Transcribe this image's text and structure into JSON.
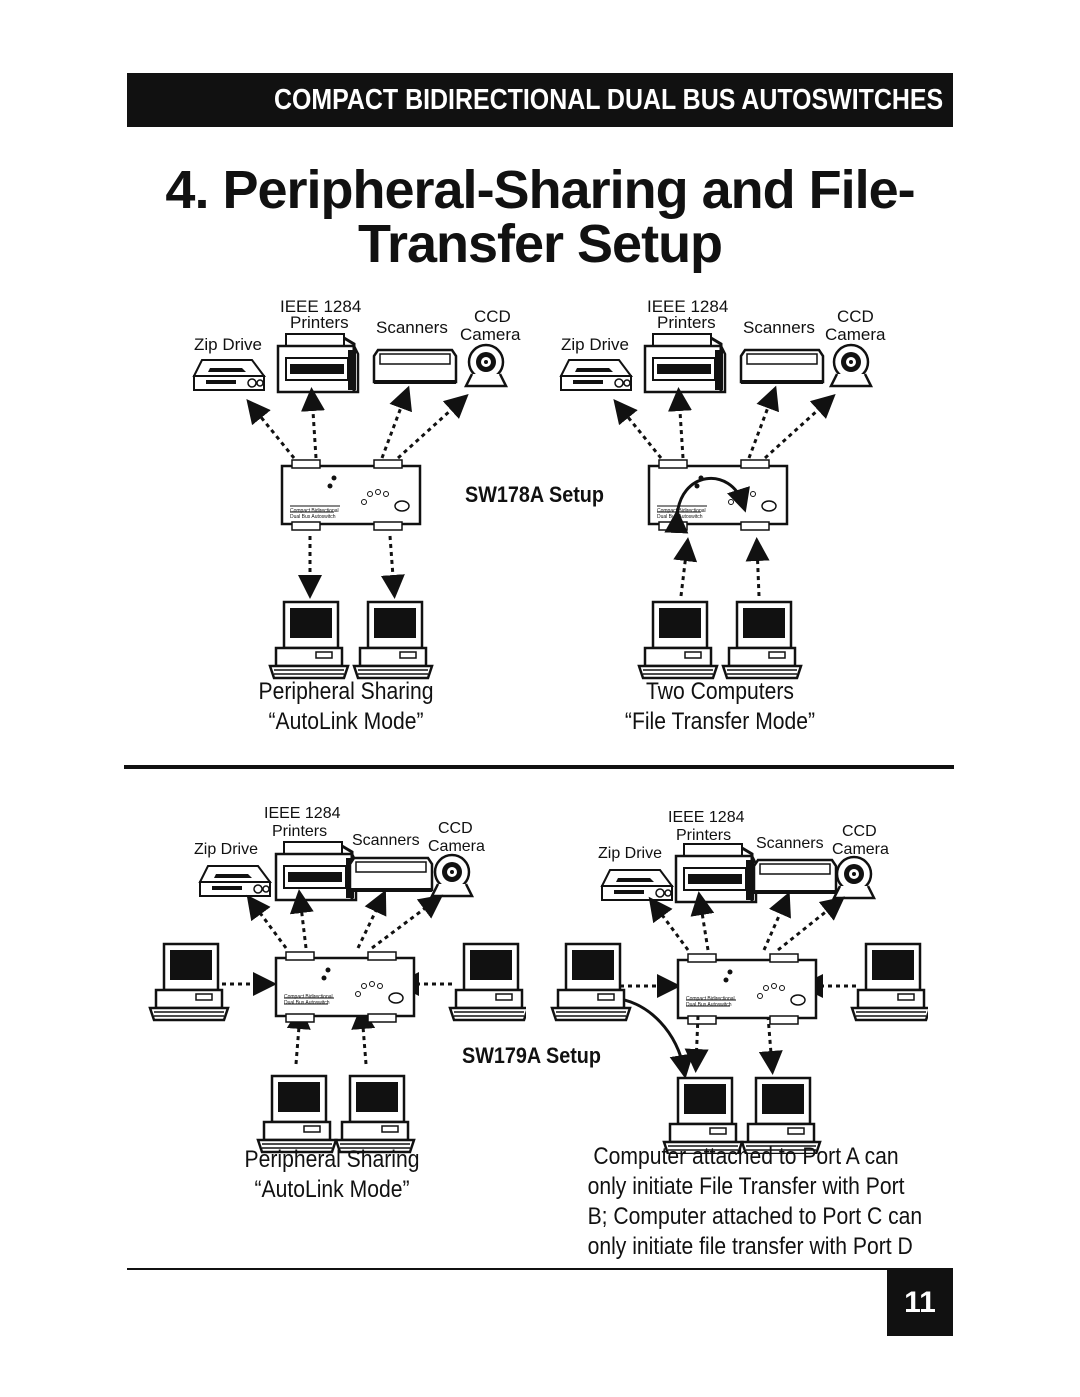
{
  "header": {
    "text": "COMPACT BIDIRECTIONAL DUAL BUS AUTOSWITCHES"
  },
  "title": {
    "line1": "4. Peripheral-Sharing and File-",
    "line2": "Transfer Setup"
  },
  "labels": {
    "ieee": "IEEE 1284",
    "printers": "Printers",
    "scanners": "Scanners",
    "ccd": "CCD",
    "camera": "Camera",
    "zip": "Zip Drive"
  },
  "switch_labels": {
    "line1": "Compact Bidirectional",
    "line2": "Dual Bus Autoswitch"
  },
  "sections": {
    "sw178_setup": "SW178A Setup",
    "sw179_setup": "SW179A Setup"
  },
  "captions": {
    "top_left_1": "Peripheral Sharing",
    "top_left_2": "“AutoLink Mode”",
    "top_right_1": "Two Computers",
    "top_right_2": "“File Transfer Mode”",
    "bottom_left_1": "Peripheral Sharing",
    "bottom_left_2": "“AutoLink Mode”",
    "bottom_right_1": "Computer attached to Port A can",
    "bottom_right_2": "only initiate File Transfer with Port",
    "bottom_right_3": "B; Computer attached to Port C can",
    "bottom_right_4": "only initiate file transfer with Port D"
  },
  "page_number": "11"
}
